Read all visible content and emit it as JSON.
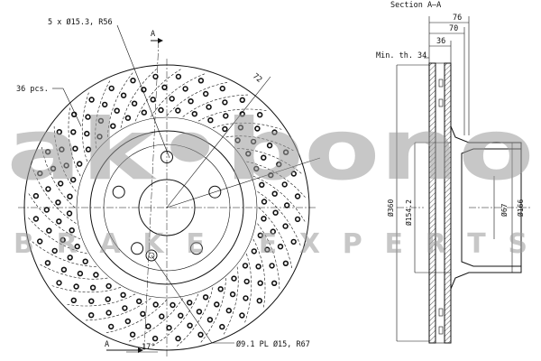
{
  "watermark": {
    "brand": "ak•bono",
    "tagline": "BRAKE EXPERTS"
  },
  "front_view": {
    "callout_bolt_holes": "5 x Ø15.3, R56",
    "callout_grooves": "36 pcs.",
    "callout_pin_hole": "Ø9.1 PL Ø15, R67",
    "angle_label": "17°",
    "dim_72": "72",
    "section_marker_top": "A",
    "section_marker_bottom": "A"
  },
  "section_view": {
    "title": "Section A–A",
    "dim_overall_width": "76",
    "dim_hat_width": "70",
    "dim_flange": "36",
    "min_thickness": "Min. th. 34",
    "dia_outer": "Ø360",
    "dia_hat": "Ø154.2",
    "dia_bore": "Ø67",
    "dia_166": "Ø166"
  }
}
